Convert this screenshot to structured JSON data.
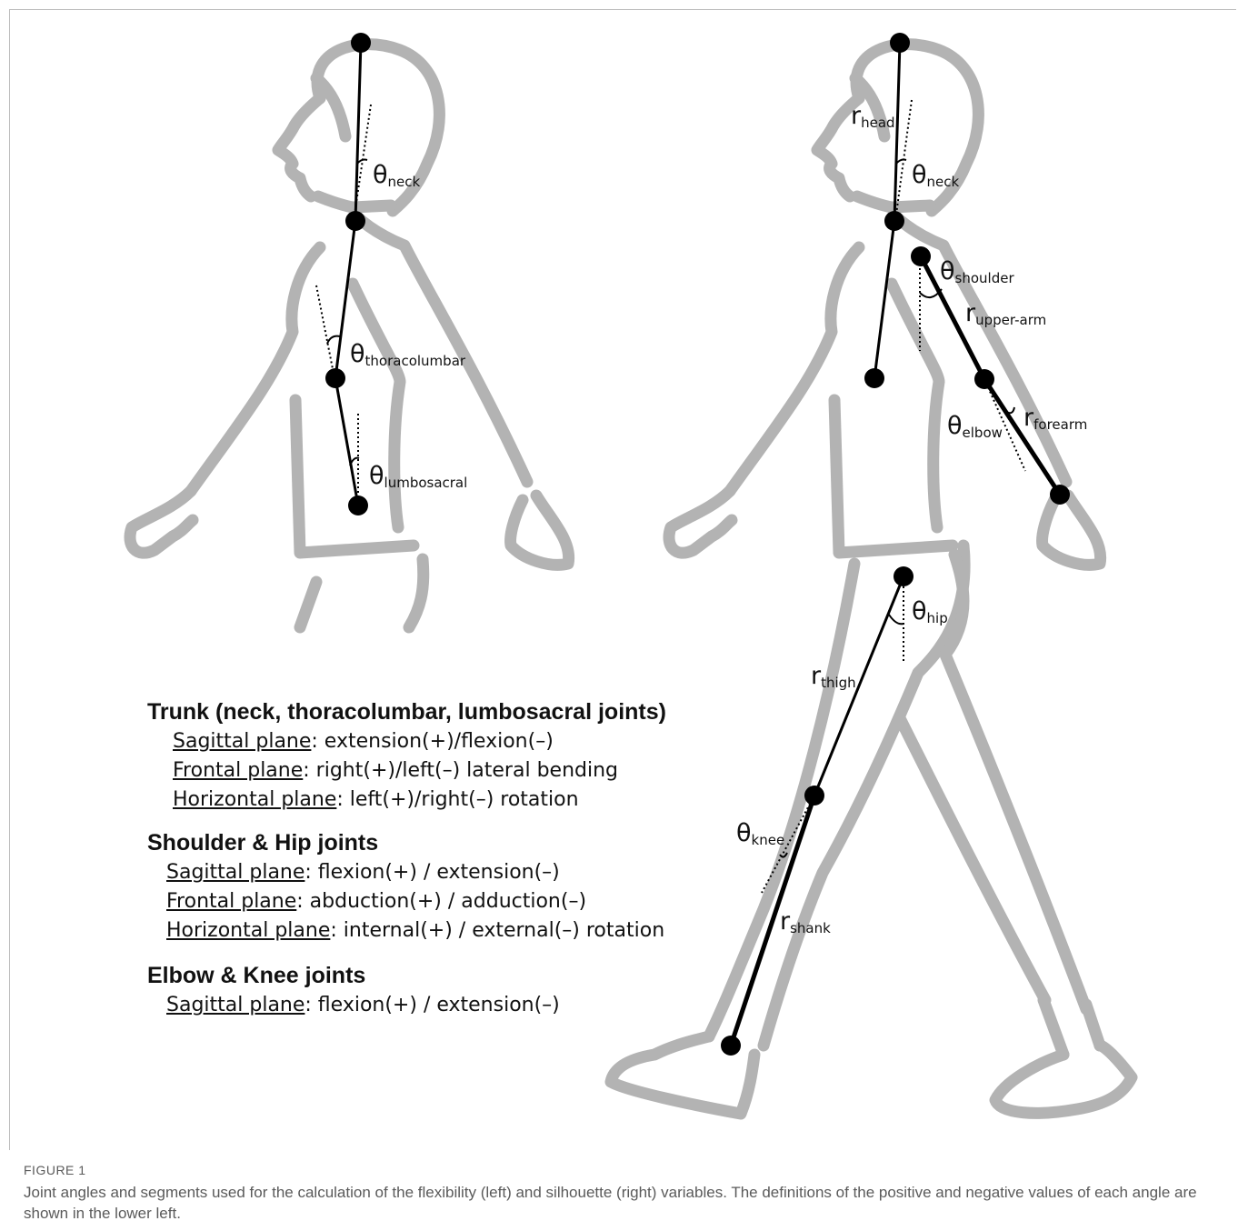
{
  "figure": {
    "label": "FIGURE 1",
    "caption": "Joint angles and segments used for the calculation of the flexibility (left) and silhouette (right) variables. The definitions of the positive and negative values of each angle are shown in the lower left."
  },
  "left_figure": {
    "angles": [
      {
        "symbol": "θ",
        "sub": "neck"
      },
      {
        "symbol": "θ",
        "sub": "thoracolumbar"
      },
      {
        "symbol": "θ",
        "sub": "lumbosacral"
      }
    ]
  },
  "right_figure": {
    "segments": [
      {
        "symbol": "r",
        "sub": "head"
      },
      {
        "symbol": "r",
        "sub": "upper-arm"
      },
      {
        "symbol": "r",
        "sub": "forearm"
      },
      {
        "symbol": "r",
        "sub": "thigh"
      },
      {
        "symbol": "r",
        "sub": "shank"
      }
    ],
    "angles": [
      {
        "symbol": "θ",
        "sub": "neck"
      },
      {
        "symbol": "θ",
        "sub": "shoulder"
      },
      {
        "symbol": "θ",
        "sub": "elbow"
      },
      {
        "symbol": "θ",
        "sub": "hip"
      },
      {
        "symbol": "θ",
        "sub": "knee"
      }
    ]
  },
  "legend": {
    "groups": [
      {
        "heading": "Trunk (neck, thoracolumbar, lumbosacral joints)",
        "lines": [
          {
            "plane": "Sagittal plane",
            "def": ": extension(+)/flexion(–)"
          },
          {
            "plane": "Frontal plane",
            "def": ": right(+)/left(–) lateral bending"
          },
          {
            "plane": "Horizontal plane",
            "def": ": left(+)/right(–) rotation"
          }
        ]
      },
      {
        "heading": "Shoulder & Hip joints",
        "lines": [
          {
            "plane": "Sagittal plane",
            "def": ": flexion(+) / extension(–)"
          },
          {
            "plane": "Frontal plane",
            "def": ": abduction(+) / adduction(–)"
          },
          {
            "plane": "Horizontal plane",
            "def": ": internal(+) / external(–) rotation"
          }
        ]
      },
      {
        "heading": "Elbow & Knee joints",
        "lines": [
          {
            "plane": "Sagittal plane",
            "def": ": flexion(+) / extension(–)"
          }
        ]
      }
    ]
  },
  "colors": {
    "silhouette": "#b3b3b3",
    "segment": "#000000",
    "caption": "#5a5a5a"
  }
}
